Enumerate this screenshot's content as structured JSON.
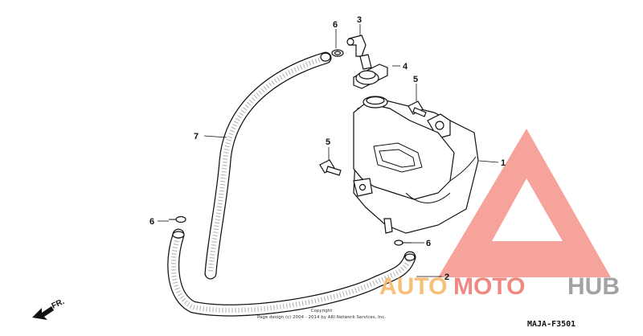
{
  "diagram": {
    "callouts": {
      "c1": "1",
      "c2": "2",
      "c3": "3",
      "c4": "4",
      "c5a": "5",
      "c5b": "5",
      "c6a": "6",
      "c6b": "6",
      "c6c": "6",
      "c7": "7"
    },
    "direction_label": "FR.",
    "copyright_line1": "Copyright",
    "copyright_line2": "Page design (c) 2004 - 2014 by ARI Network Services, Inc.",
    "diagram_code": "MAJA-F3501"
  },
  "watermark": {
    "word_auto": "AUTO",
    "word_moto": "MOTO",
    "word_hub": "HUB",
    "colors": {
      "triangle": "#f2877d",
      "auto": "#f7b96a",
      "moto": "#ef7d74",
      "hub": "#9a9a9a"
    }
  }
}
